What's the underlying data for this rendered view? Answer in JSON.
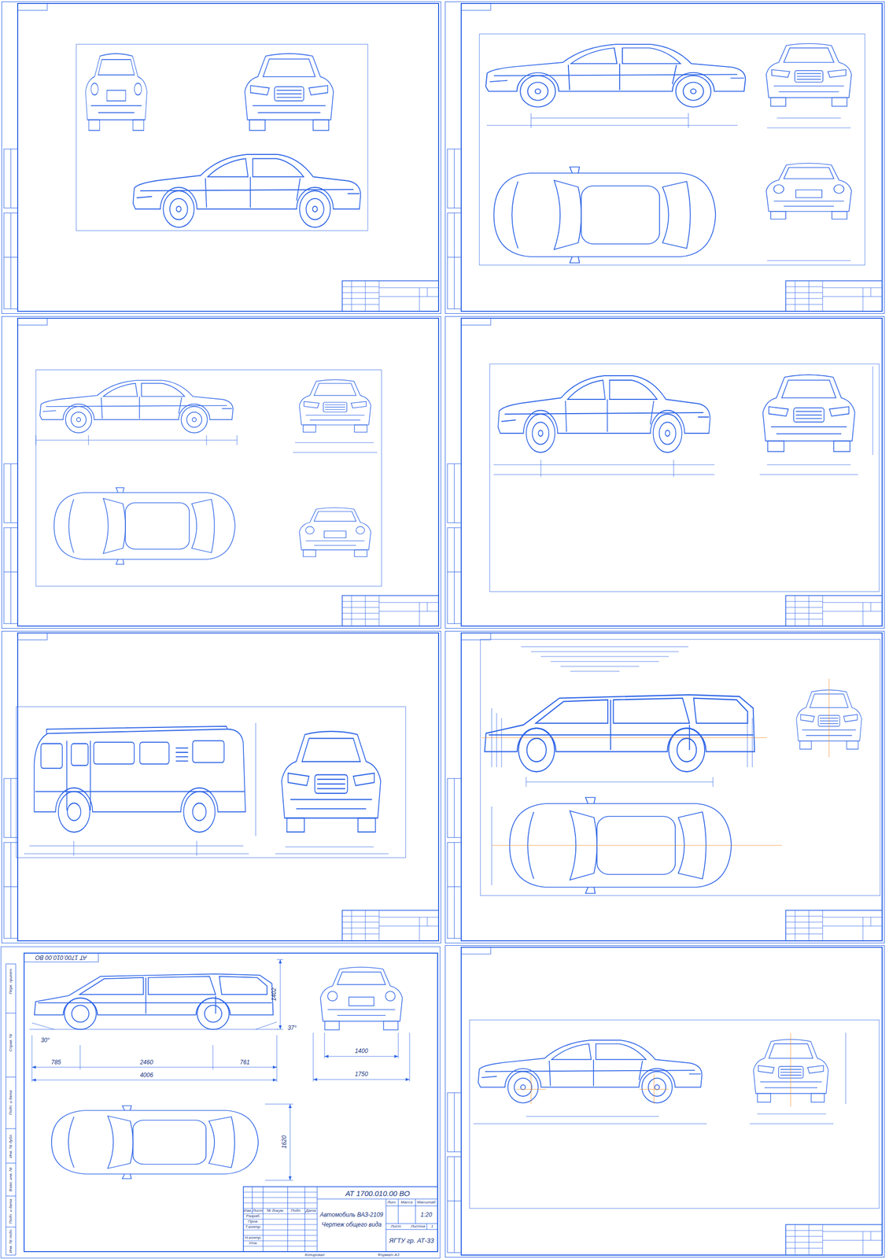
{
  "diagram": {
    "labels": [
      "АТ 1700.010.00 ВО",
      "1402",
      "785",
      "2460",
      "761",
      "4006",
      "30°",
      "37°",
      "1400",
      "1750",
      "1620",
      "АТ 1700.010.00 ВО",
      "Автомобиль ВАЗ-2109",
      "Чертеж общего вида",
      "Лит.",
      "Масса",
      "Масштаб",
      "1:20",
      "Лист",
      "Листов",
      "1",
      "ЯГТУ гр. АТ-33",
      "Изм.",
      "Лист",
      "№ докум.",
      "Подп.",
      "Дата",
      "Разраб.",
      "Пров.",
      "Т.контр.",
      "Н.контр.",
      "Утв.",
      "Копировал",
      "Формат А3",
      "Перв. примен.",
      "Справ. №",
      "Подп. и дата",
      "Инв. № дубл.",
      "Взам. инв. №",
      "Подп. и дата",
      "Инв. № подл."
    ]
  }
}
